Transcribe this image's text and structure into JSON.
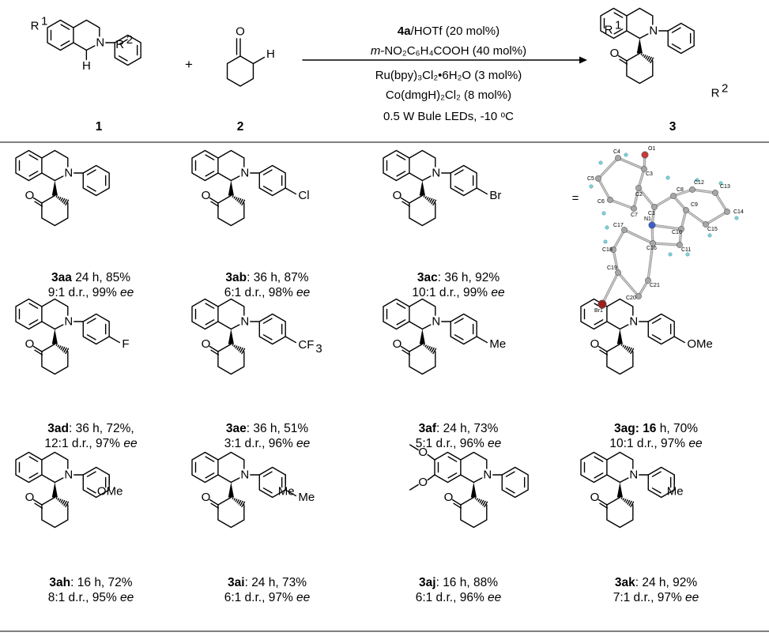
{
  "scheme": {
    "reactant1": {
      "number": "1",
      "r1": "R",
      "r1_sup": "1",
      "r2": "R",
      "r2_sup": "2",
      "n": "N",
      "h": "H"
    },
    "plus": "+",
    "reactant2": {
      "number": "2",
      "o": "O",
      "h": "H"
    },
    "product": {
      "number": "3",
      "r1": "R",
      "r1_sup": "1",
      "r2": "R",
      "r2_sup": "2",
      "n": "N",
      "o": "O"
    },
    "conditions": [
      {
        "lead": "4a",
        "rest": "/HOTf (20 mol%)"
      },
      {
        "lead": "m",
        "rest": "-NO₂C₆H₄COOH (40 mol%)"
      },
      {
        "lead": "",
        "rest": "Ru(bpy)₃Cl₂•6H₂O (3 mol%)"
      },
      {
        "lead": "",
        "rest": "Co(dmgH)₂Cl₂ (8 mol%)"
      },
      {
        "lead": "",
        "rest": "0.5 W Bule LEDs, -10 ᵒC"
      }
    ]
  },
  "atom_labels": {
    "N": "N",
    "O": "O",
    "Cl": "Cl",
    "Br": "Br",
    "F": "F",
    "CF": "CF",
    "three": "3",
    "Me": "Me",
    "OMe": "OMe",
    "equals": "="
  },
  "products": [
    {
      "id": "3aa",
      "sep": " ",
      "time": "24 h",
      "yield": "85%",
      "dr": "9:1 d.r.",
      "ee": "99%",
      "ee_label": "ee"
    },
    {
      "id": "3ab",
      "sep": ": ",
      "time": "36 h",
      "yield": "87%",
      "dr": "6:1 d.r.",
      "ee": "98%",
      "ee_label": "ee"
    },
    {
      "id": "3ac",
      "sep": ": ",
      "time": "36 h",
      "yield": "92%",
      "dr": "10:1 d.r.",
      "ee": "99%",
      "ee_label": "ee"
    },
    {
      "id": "3ad",
      "sep": ": ",
      "time": "36 h",
      "yield": "72%,",
      "dr": "12:1 d.r.",
      "ee": "97%",
      "ee_label": "ee"
    },
    {
      "id": "3ae",
      "sep": ": ",
      "time": "36 h",
      "yield": "51%",
      "dr": "3:1 d.r.",
      "ee": "96%",
      "ee_label": "ee"
    },
    {
      "id": "3af",
      "sep": ": ",
      "time": "24 h",
      "yield": "73%",
      "dr": "5:1 d.r.",
      "ee": "96%",
      "ee_label": "ee"
    },
    {
      "id": "3ag:",
      "sep": " ",
      "time": "16",
      "time_unit": " h",
      "yield": "70%",
      "dr": "10:1 d.r.",
      "ee": "97%",
      "ee_label": "ee"
    },
    {
      "id": "3ah",
      "sep": ": ",
      "time": "16 h",
      "yield": "72%",
      "dr": "8:1 d.r.",
      "ee": "95%",
      "ee_label": "ee"
    },
    {
      "id": "3ai",
      "sep": ": ",
      "time": "24 h",
      "yield": "73%",
      "dr": "6:1 d.r.",
      "ee": "97%",
      "ee_label": "ee"
    },
    {
      "id": "3aj",
      "sep": ": ",
      "time": "16 h",
      "yield": "88%",
      "dr": "6:1 d.r.",
      "ee": "96%",
      "ee_label": "ee"
    },
    {
      "id": "3ak",
      "sep": ": ",
      "time": "24 h",
      "yield": "92%",
      "dr": "7:1 d.r.",
      "ee": "97%",
      "ee_label": "ee"
    }
  ],
  "xray_labels": [
    "C4",
    "O1",
    "C3",
    "C5",
    "C2",
    "C6",
    "C7",
    "C1",
    "C8",
    "C12",
    "C13",
    "C9",
    "C14",
    "N1",
    "C10",
    "C15",
    "C17",
    "C11",
    "C16",
    "C18",
    "C19",
    "C21",
    "C20",
    "Br1"
  ]
}
